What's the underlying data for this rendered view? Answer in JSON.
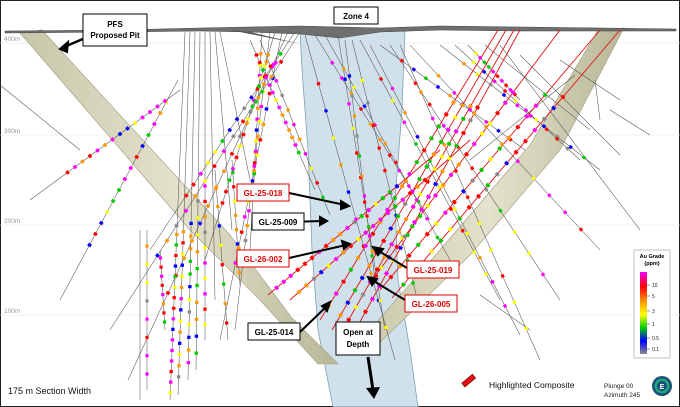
{
  "section": {
    "zone_label": "Zone 4",
    "pit_label_line1": "PFS",
    "pit_label_line2": "Proposed Pit",
    "width_label": "175 m Section Width",
    "open_label_line1": "Open at",
    "open_label_line2": "Depth",
    "elevations": [
      "400m",
      "300m",
      "200m",
      "100m"
    ]
  },
  "holes": {
    "highlighted": [
      "GL-25-018",
      "GL-26-002",
      "GL-25-019",
      "GL-26-005"
    ],
    "standard": [
      "GL-25-009",
      "GL-25-014"
    ],
    "highlight_color": "#e01010"
  },
  "legend": {
    "title_line1": "Au Grade",
    "title_line2": "(ppm)",
    "ticks": [
      "10",
      "5",
      "3",
      "1",
      "0.5",
      "0.1"
    ],
    "colors": [
      "#ff00ff",
      "#ff0000",
      "#ff9900",
      "#ffff00",
      "#00cc00",
      "#0000ff",
      "#8a8a8a"
    ],
    "composite_label": "Highlighted Composite",
    "plunge": "Plunge 00",
    "azimuth": "Azimuth 245"
  }
}
